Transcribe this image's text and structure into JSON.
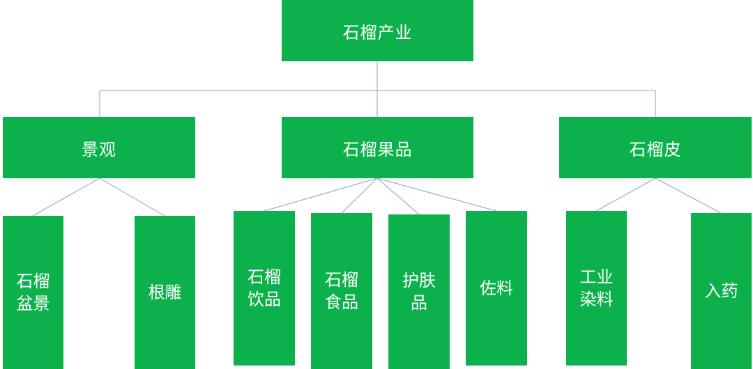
{
  "diagram": {
    "root": {
      "label": "石榴产业"
    },
    "level1": [
      {
        "label": "景观"
      },
      {
        "label": "石榴果品"
      },
      {
        "label": "石榴皮"
      }
    ],
    "level2": [
      {
        "label": "石榴盆景"
      },
      {
        "label": "根雕"
      },
      {
        "label": "石榴饮品"
      },
      {
        "label": "石榴食品"
      },
      {
        "label": "护肤品"
      },
      {
        "label": "佐料"
      },
      {
        "label": "工业染料"
      },
      {
        "label": "入药"
      }
    ]
  },
  "colors": {
    "node_fill": "#0db14b",
    "node_text": "#ffffff",
    "connector": "#9db3d4",
    "background": "#ffffff"
  }
}
